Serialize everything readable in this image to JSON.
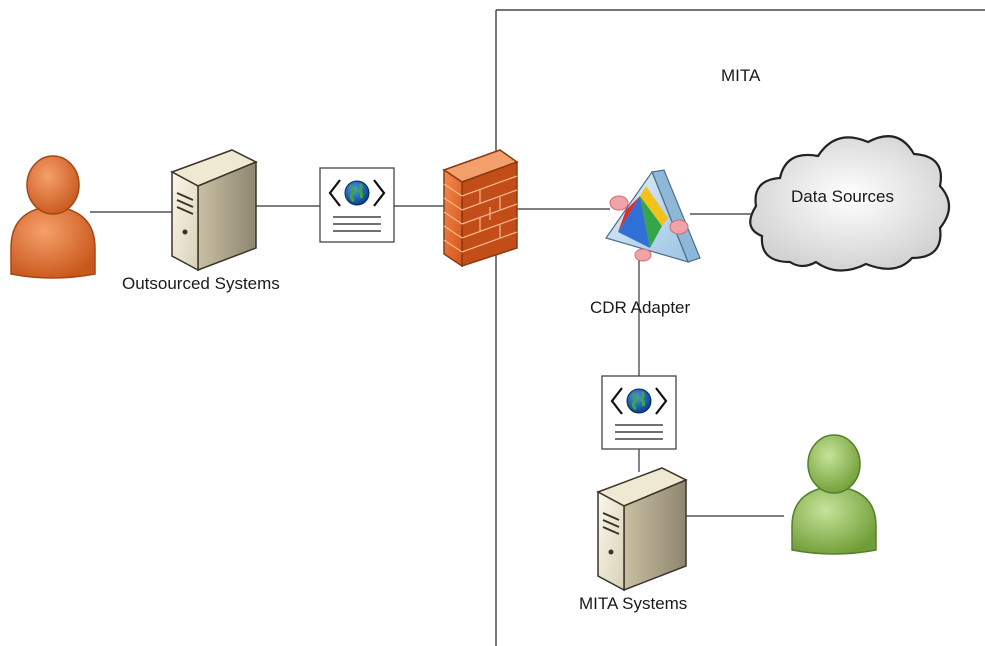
{
  "labels": {
    "boundary": "MITA",
    "outsourced_systems": "Outsourced Systems",
    "cdr_adapter": "CDR Adapter",
    "data_sources": "Data Sources",
    "mita_systems": "MITA Systems"
  },
  "colors": {
    "external_user": "#e8782a",
    "internal_user": "#8fc04f",
    "firewall": "#e8612a",
    "connector": "#333333",
    "boundary_line": "#222222"
  },
  "icons": {
    "external_user": "person-icon",
    "internal_user": "person-icon",
    "server": "server-tower-icon",
    "web_document": "web-document-icon",
    "firewall": "firewall-icon",
    "adapter": "prism-adapter-icon",
    "cloud": "cloud-icon"
  }
}
